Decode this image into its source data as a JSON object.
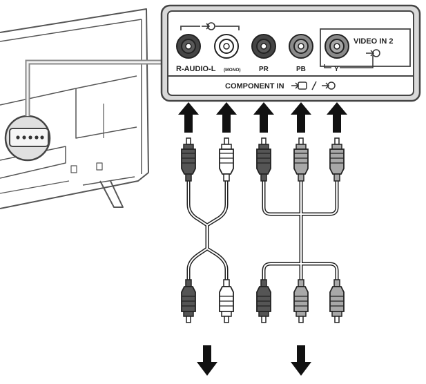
{
  "panel": {
    "labels": {
      "audio": "R-AUDIO-L",
      "mono": "(MONO)",
      "pr": "PR",
      "pb": "PB",
      "y": "Y",
      "video_in": "VIDEO IN 2",
      "component_in": "COMPONENT IN"
    },
    "jacks": [
      {
        "id": "audio-r",
        "fill": "#5a5a5a"
      },
      {
        "id": "audio-l",
        "fill": "#ffffff"
      },
      {
        "id": "pr",
        "fill": "#5a5a5a"
      },
      {
        "id": "pb",
        "fill": "#9a9a9a"
      },
      {
        "id": "y",
        "fill": "#9a9a9a"
      }
    ]
  },
  "plugs": {
    "top": [
      "#555555",
      "#ffffff",
      "#555555",
      "#a8a8a8",
      "#a8a8a8"
    ],
    "bottom_audio": [
      "#555555",
      "#ffffff"
    ],
    "bottom_video": [
      "#555555",
      "#a8a8a8",
      "#a8a8a8"
    ]
  },
  "icons": {
    "input": "input-arrow-icon",
    "component": "component-icon",
    "up_arrow": "up-arrow-icon",
    "down_arrow": "down-arrow-icon"
  }
}
